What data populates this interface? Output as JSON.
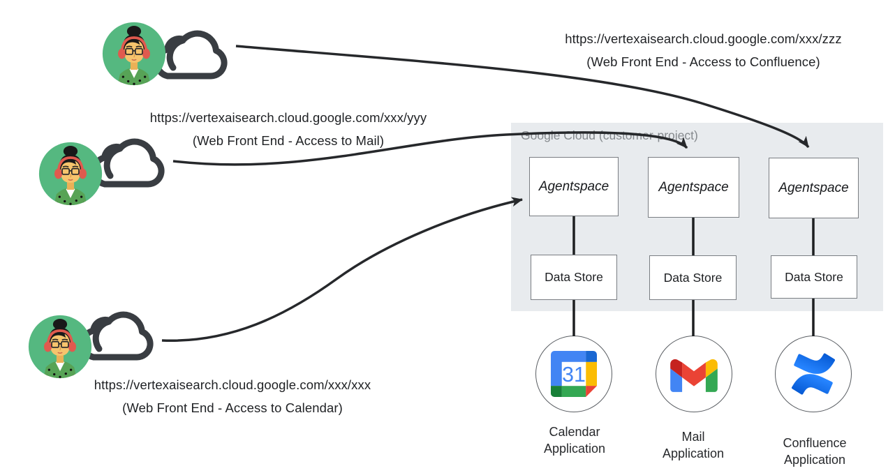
{
  "endpoints": [
    {
      "url": "https://vertexaisearch.cloud.google.com/xxx/zzz",
      "caption": "(Web Front End - Access to Confluence)"
    },
    {
      "url": "https://vertexaisearch.cloud.google.com/xxx/yyy",
      "caption": "(Web Front End - Access to Mail)"
    },
    {
      "url": "https://vertexaisearch.cloud.google.com/xxx/xxx",
      "caption": "(Web Front End - Access to Calendar)"
    }
  ],
  "cloud_container": {
    "title": "Google Cloud (customer-project)"
  },
  "columns": [
    {
      "agent": "Agentspace",
      "datastore": "Data Store",
      "app_line1": "Calendar",
      "app_line2": "Application",
      "icon": "google-calendar-icon"
    },
    {
      "agent": "Agentspace",
      "datastore": "Data Store",
      "app_line1": "Mail",
      "app_line2": "Application",
      "icon": "gmail-icon"
    },
    {
      "agent": "Agentspace",
      "datastore": "Data Store",
      "app_line1": "Confluence",
      "app_line2": "Application",
      "icon": "confluence-icon"
    }
  ],
  "calendar_icon": {
    "day": "31"
  },
  "icons": [
    "user-headset-avatar-icon",
    "cloud-icon",
    "google-calendar-icon",
    "gmail-icon",
    "confluence-icon"
  ],
  "colors": {
    "arrow": "#26282b",
    "container_bg": "#e8ebee",
    "container_title": "#85898d",
    "box_border": "#797d82",
    "avatar_green": "#55b880",
    "headphones_red": "#e05a4e",
    "google_blue": "#4285f4",
    "google_red": "#ea4335",
    "google_yellow": "#fbbc04",
    "google_green": "#34a853",
    "gmail_dark_red": "#c5221f",
    "calendar_dark_blue": "#1967d2",
    "calendar_dark_green": "#188038",
    "confluence_blue_dark": "#0052cc",
    "confluence_blue_light": "#2684ff"
  }
}
